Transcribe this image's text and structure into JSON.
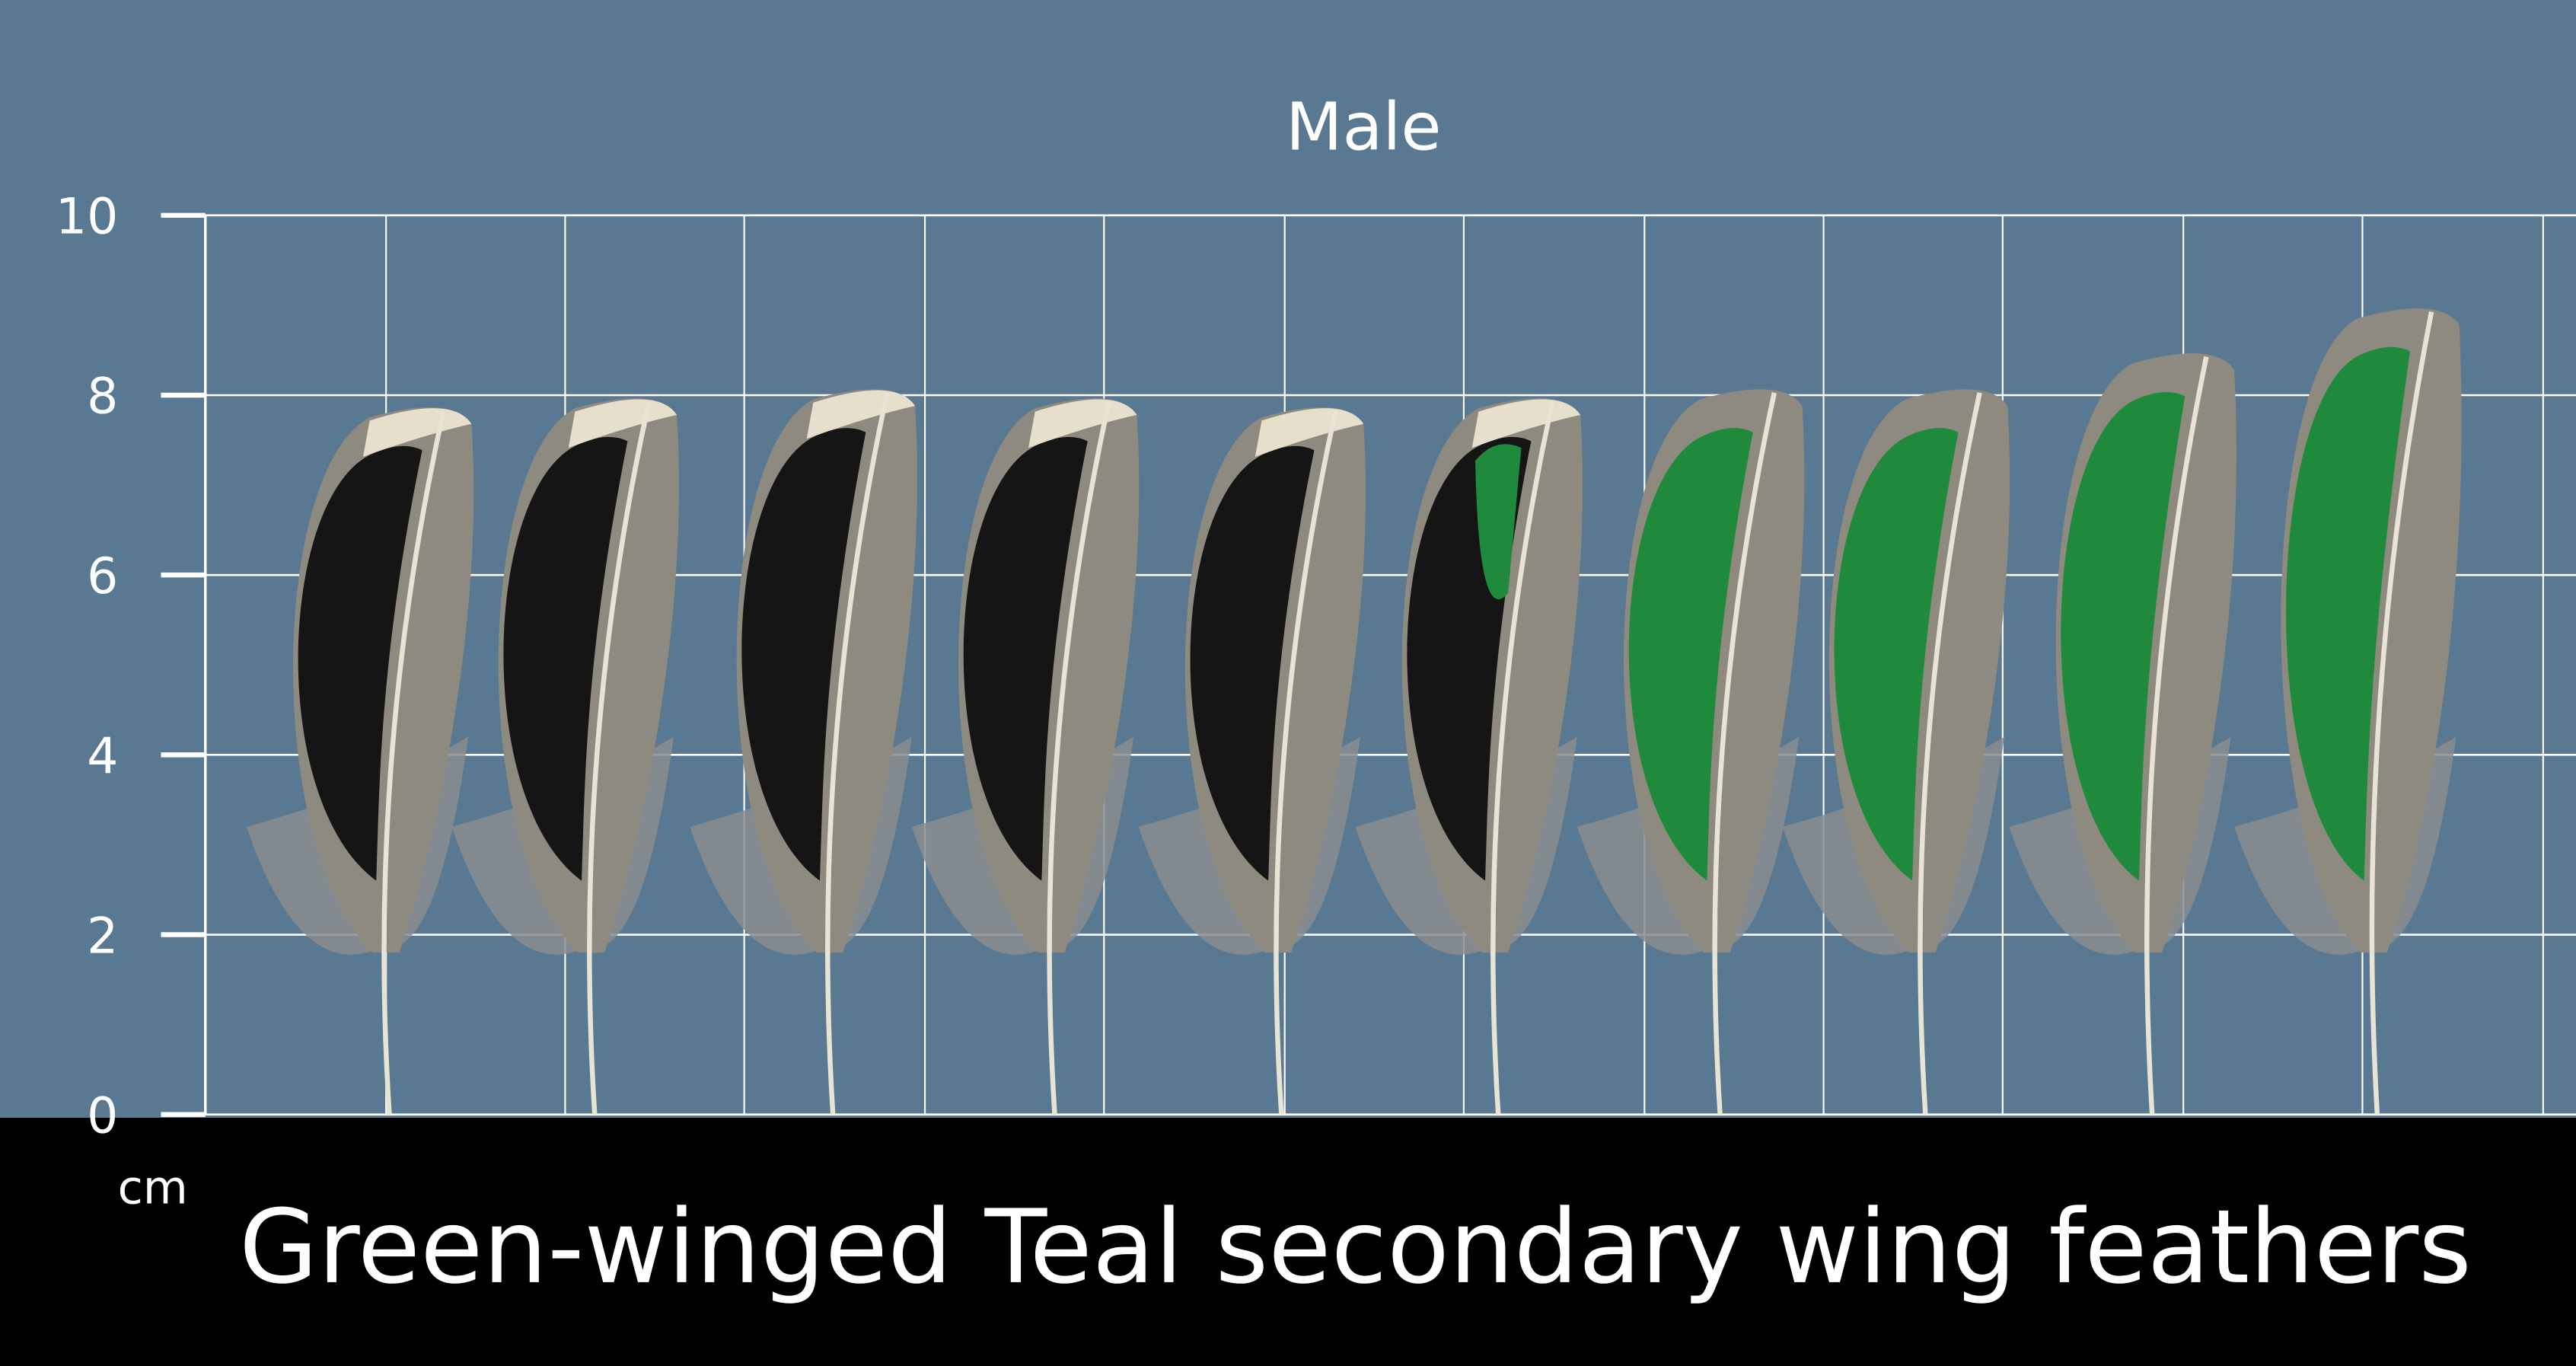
{
  "panel_title": "Male",
  "caption": "Green-winged Teal secondary wing feathers",
  "unit_label": "cm",
  "y_axis": {
    "min": 0,
    "max": 10,
    "ticks": [
      "0",
      "2",
      "4",
      "6",
      "8",
      "10"
    ]
  },
  "grid": true,
  "colors": {
    "background": "#587991",
    "grid": "#ffffff",
    "caption_band": "#000000",
    "speculum_green": "#1f8a3c",
    "dark_patch": "#151515"
  },
  "feathers": [
    {
      "length_cm": 7.9,
      "patch": "black"
    },
    {
      "length_cm": 8.0,
      "patch": "black"
    },
    {
      "length_cm": 8.1,
      "patch": "black"
    },
    {
      "length_cm": 8.0,
      "patch": "black"
    },
    {
      "length_cm": 7.9,
      "patch": "black"
    },
    {
      "length_cm": 8.0,
      "patch": "black-green"
    },
    {
      "length_cm": 8.1,
      "patch": "green"
    },
    {
      "length_cm": 8.1,
      "patch": "green"
    },
    {
      "length_cm": 8.5,
      "patch": "green"
    },
    {
      "length_cm": 9.0,
      "patch": "green"
    }
  ]
}
